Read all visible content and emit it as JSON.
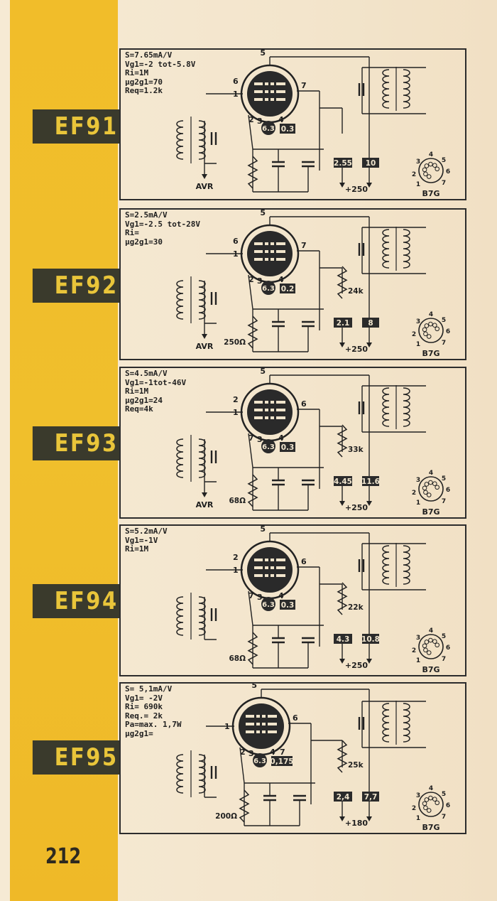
{
  "page_number": "212",
  "tubes": [
    {
      "name": "EF91",
      "specs": [
        "S=7.65mA/V",
        "Vg1=-2 tot-5.8V",
        "Ri=1M",
        "µg2g1=70",
        "Req=1.2k"
      ],
      "pins": {
        "top": "5",
        "left_upper": "6",
        "left_lower": "1",
        "right": "7",
        "b1": "2",
        "b2": "3",
        "b3": "4"
      },
      "heater": "6.3",
      "heater_current": "0.3",
      "g2_current": "2.55",
      "anode_current": "10",
      "supply": "+250",
      "agc": "AVR",
      "base": "B7G",
      "cathode_resistor": "",
      "screen_resistor": "",
      "base_pins": [
        "1",
        "2",
        "3",
        "4",
        "5",
        "6",
        "7"
      ]
    },
    {
      "name": "EF92",
      "specs": [
        "S=2.5mA/V",
        "Vg1=-2.5 tot-28V",
        "Ri=",
        "µg2g1=30"
      ],
      "pins": {
        "top": "5",
        "left_upper": "6",
        "left_lower": "1",
        "right": "7",
        "b1": "2",
        "b2": "3",
        "b3": "4"
      },
      "heater": "6.3",
      "heater_current": "0.2",
      "g2_current": "2.1",
      "anode_current": "8",
      "supply": "+250",
      "agc": "AVR",
      "base": "B7G",
      "cathode_resistor": "250Ω",
      "screen_resistor": "24k",
      "base_pins": [
        "1",
        "2",
        "3",
        "4",
        "5",
        "6",
        "7"
      ]
    },
    {
      "name": "EF93",
      "specs": [
        "S=4.5mA/V",
        "Vg1=-1tot-46V",
        "Ri=1M",
        "µg2g1=24",
        "Req=4k"
      ],
      "pins": {
        "top": "5",
        "left_upper": "2",
        "left_lower": "1",
        "right": "6",
        "b1": "7",
        "b2": "3",
        "b3": "4"
      },
      "heater": "6.3",
      "heater_current": "0.3",
      "g2_current": "4.45",
      "anode_current": "11.6",
      "supply": "+250",
      "agc": "AVR",
      "base": "B7G",
      "cathode_resistor": "68Ω",
      "screen_resistor": "33k",
      "base_pins": [
        "1",
        "2",
        "3",
        "4",
        "5",
        "6",
        "7"
      ]
    },
    {
      "name": "EF94",
      "specs": [
        "S=5.2mA/V",
        "Vg1=-1V",
        "Ri=1M"
      ],
      "pins": {
        "top": "5",
        "left_upper": "2",
        "left_lower": "1",
        "right": "6",
        "b1": "7",
        "b2": "3",
        "b3": "4"
      },
      "heater": "6.3",
      "heater_current": "0.3",
      "g2_current": "4.3",
      "anode_current": "10.8",
      "supply": "+250",
      "agc": "",
      "base": "B7G",
      "cathode_resistor": "68Ω",
      "screen_resistor": "22k",
      "base_pins": [
        "1",
        "2",
        "3",
        "4",
        "5",
        "6",
        "7"
      ]
    },
    {
      "name": "EF95",
      "specs": [
        "S= 5,1mA/V",
        "Vg1= -2V",
        "Ri= 690k",
        "Req.= 2k",
        "Pa=max. 1,7W",
        "µg2g1="
      ],
      "pins": {
        "top": "5",
        "left_upper": "",
        "left_lower": "1",
        "right": "6",
        "b1": "2",
        "b2": "3",
        "b3": "4",
        "b4": "7"
      },
      "heater": "6.3",
      "heater_current": "0,175",
      "g2_current": "2,4",
      "anode_current": "7,7",
      "supply": "+180",
      "agc": "",
      "base": "B7G",
      "cathode_resistor": "200Ω",
      "screen_resistor": "25k",
      "base_pins": [
        "1",
        "2",
        "3",
        "4",
        "5",
        "6",
        "7"
      ]
    }
  ]
}
